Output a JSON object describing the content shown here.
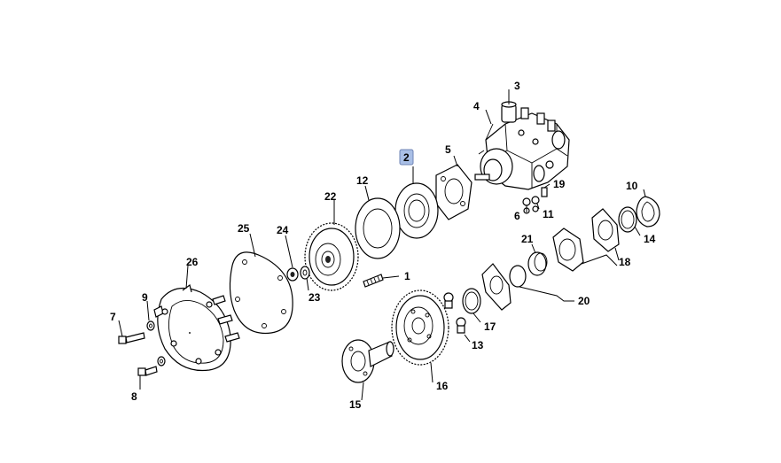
{
  "labels": {
    "l1": "1",
    "l2": "2",
    "l3": "3",
    "l4": "4",
    "l5": "5",
    "l6": "6",
    "l7": "7",
    "l8": "8",
    "l9": "9",
    "l10": "10",
    "l11": "11",
    "l12": "12",
    "l13": "13",
    "l14": "14",
    "l15": "15",
    "l16": "16",
    "l17": "17",
    "l18": "18",
    "l19": "19",
    "l20": "20",
    "l21": "21",
    "l22": "22",
    "l23": "23",
    "l24": "24",
    "l25": "25",
    "l26": "26"
  },
  "highlighted_label": "2",
  "highlight_color": "#a9bfe6"
}
